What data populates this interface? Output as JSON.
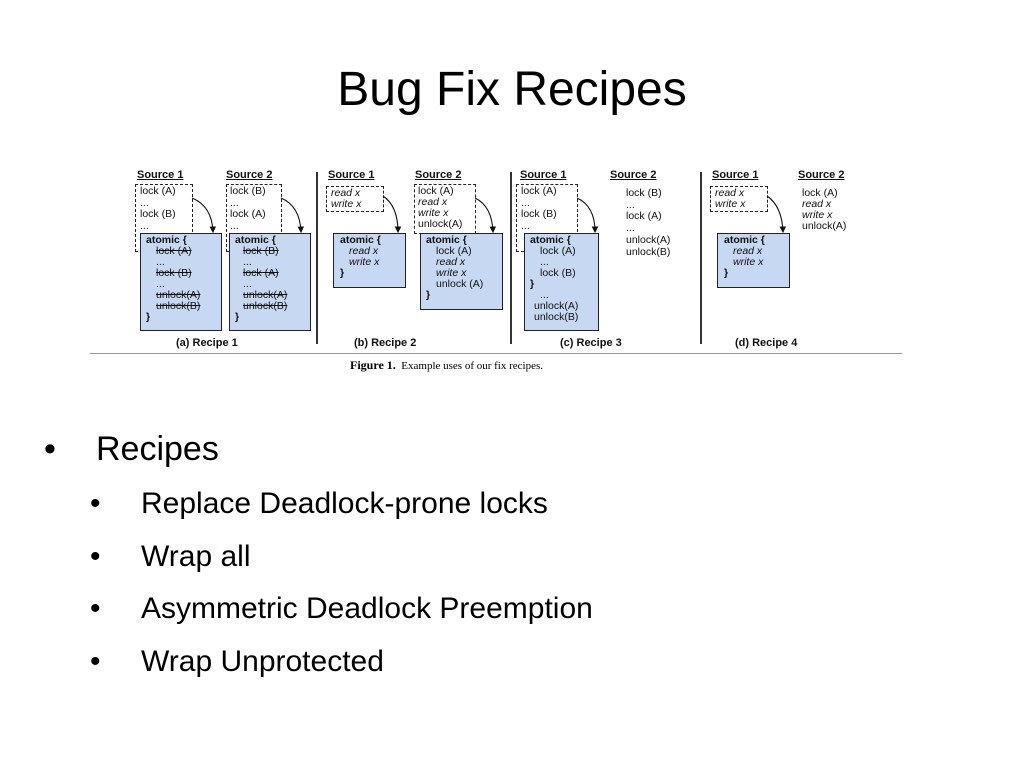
{
  "slide": {
    "title": "Bug Fix Recipes",
    "bullets": {
      "main": "Recipes",
      "sub": [
        "Replace Deadlock-prone locks",
        "Wrap all",
        "Asymmetric Deadlock Preemption",
        "Wrap Unprotected"
      ]
    }
  },
  "figure": {
    "caption_label": "Figure 1.",
    "caption_text": "Example uses of our fix recipes.",
    "recipe1": {
      "source1": "Source 1",
      "source2": "Source 2",
      "s1_lines": [
        "lock (A)",
        "...",
        "lock (B)",
        "..."
      ],
      "s2_lines": [
        "lock (B)",
        "...",
        "lock (A)",
        "..."
      ],
      "box1": [
        "atomic {",
        "lock (A)",
        "...",
        "lock (B)",
        "...",
        "unlock(A)",
        "unlock(B)",
        "}"
      ],
      "box2": [
        "atomic {",
        "lock (B)",
        "...",
        "lock (A)",
        "...",
        "unlock(A)",
        "unlock(B)",
        "}"
      ],
      "caption": "(a) Recipe 1"
    },
    "recipe2": {
      "source1": "Source 1",
      "source2": "Source 2",
      "s1_lines": [
        "read x",
        "write x"
      ],
      "s2_lines": [
        "lock (A)",
        "read x",
        "write x",
        "unlock(A)"
      ],
      "box1": [
        "atomic {",
        "read x",
        "write x",
        "}"
      ],
      "box2": [
        "atomic {",
        "lock (A)",
        "read x",
        "write x",
        "unlock (A)",
        "}"
      ],
      "caption": "(b) Recipe 2"
    },
    "recipe3": {
      "source1": "Source 1",
      "source2": "Source 2",
      "s1_lines": [
        "lock (A)",
        "...",
        "lock (B)",
        "..."
      ],
      "s2_lines": [
        "lock (B)",
        "...",
        "lock (A)",
        "...",
        "unlock(A)",
        "unlock(B)"
      ],
      "box1": [
        "atomic {",
        "lock (A)",
        "...",
        "lock (B)",
        "}",
        "...",
        "unlock(A)",
        "unlock(B)"
      ],
      "caption": "(c) Recipe 3"
    },
    "recipe4": {
      "source1": "Source 1",
      "source2": "Source 2",
      "s1_lines": [
        "read x",
        "write x"
      ],
      "s2_lines": [
        "lock (A)",
        "read x",
        "write x",
        "unlock(A)"
      ],
      "box1": [
        "atomic {",
        "read x",
        "write x",
        "}"
      ],
      "caption": "(d) Recipe 4"
    }
  }
}
